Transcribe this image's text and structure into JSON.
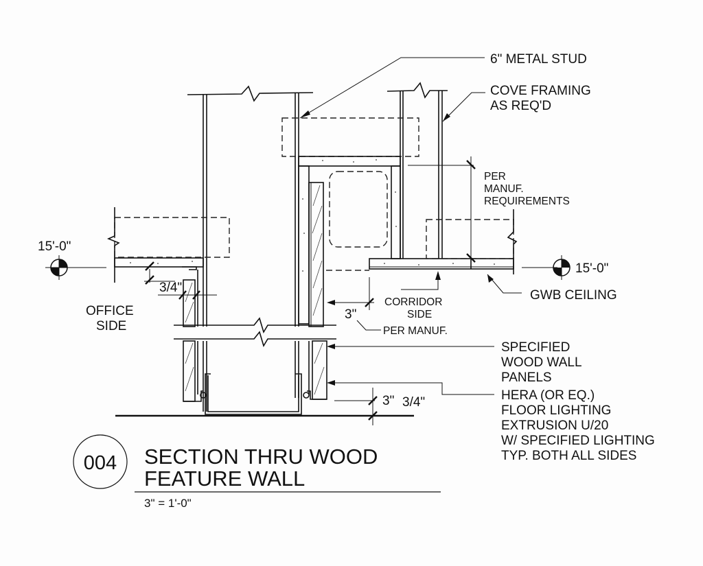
{
  "drawing": {
    "number": "004",
    "title_line1": "SECTION THRU WOOD",
    "title_line2": "FEATURE WALL",
    "scale": "3\" = 1'-0\""
  },
  "elevations": {
    "left": "15'-0\"",
    "right": "15'-0\""
  },
  "labels": {
    "metal_stud": "6\" METAL STUD",
    "cove_framing_1": "COVE FRAMING",
    "cove_framing_2": "AS REQ'D",
    "per_manuf_req_1": "PER",
    "per_manuf_req_2": "MANUF.",
    "per_manuf_req_3": "REQUIREMENTS",
    "gwb_ceiling": "GWB CEILING",
    "corridor_side_1": "CORRIDOR",
    "corridor_side_2": "SIDE",
    "per_manuf": "PER MANUF.",
    "office_side_1": "OFFICE",
    "office_side_2": "SIDE",
    "wood_panels_1": "SPECIFIED",
    "wood_panels_2": "WOOD WALL",
    "wood_panels_3": "PANELS",
    "lighting_1": "HERA (OR EQ.)",
    "lighting_2": "FLOOR LIGHTING",
    "lighting_3": "EXTRUSION U/20",
    "lighting_4": "W/ SPECIFIED LIGHTING",
    "lighting_5": "TYP. BOTH ALL SIDES"
  },
  "dimensions": {
    "three_quarter_office": "3/4\"",
    "three_corridor": "3\"",
    "three": "3\"",
    "three_quarter_base": "3/4\""
  }
}
